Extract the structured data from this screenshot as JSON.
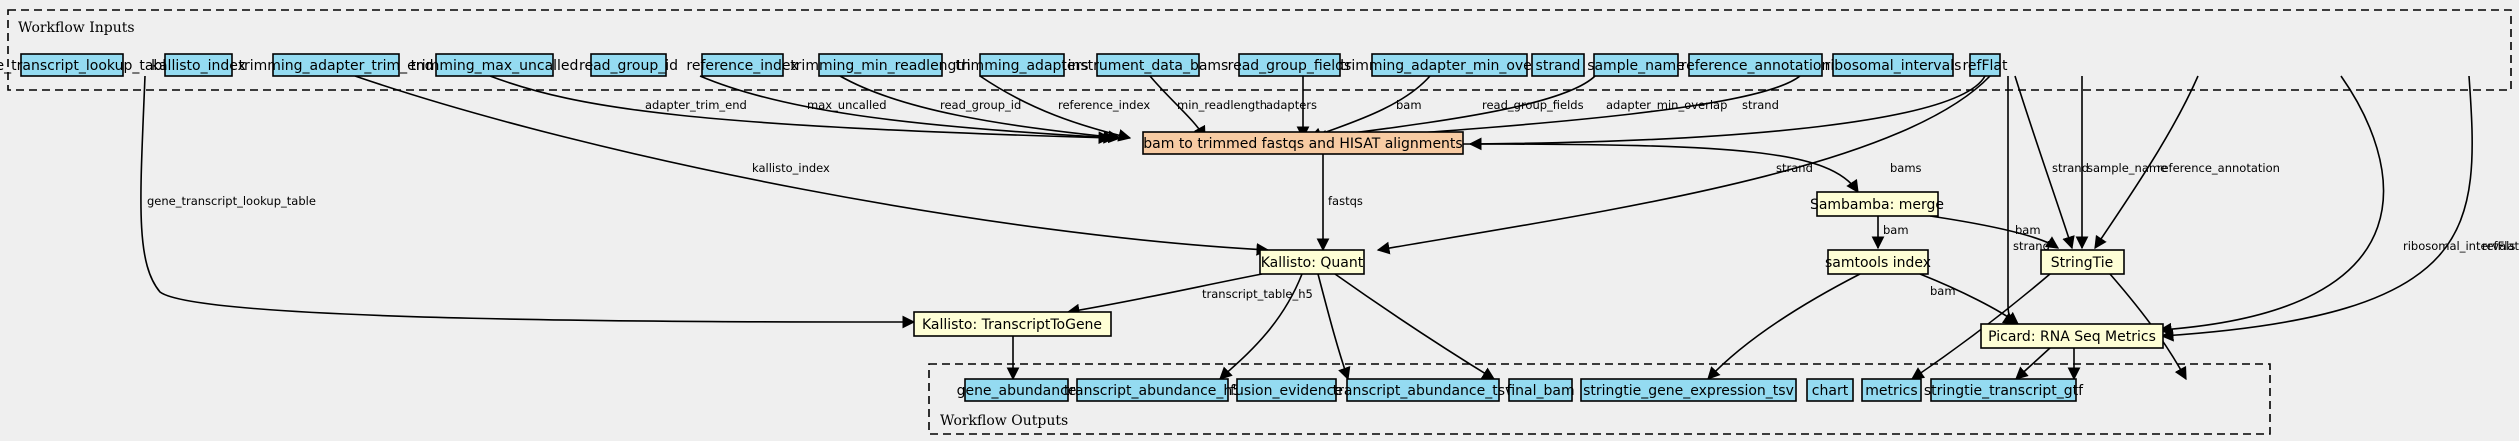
{
  "colors": {
    "background": "#efefef",
    "input": "#94dbf1",
    "step": "#fefed5",
    "alignment_step": "#f7cba3",
    "output": "#94dbf1"
  },
  "clusters": {
    "inputs_label": "Workflow Inputs",
    "outputs_label": "Workflow Outputs"
  },
  "inputs": [
    "gene_transcript_lookup_table",
    "kallisto_index",
    "trimming_adapter_trim_end",
    "trimming_max_uncalled",
    "read_group_id",
    "reference_index",
    "trimming_min_readlength",
    "trimming_adapters",
    "instrument_data_bams",
    "read_group_fields",
    "trimming_adapter_min_overlap",
    "strand",
    "sample_name",
    "reference_annotation",
    "ribosomal_intervals",
    "refFlat"
  ],
  "steps": {
    "align": "bam to trimmed fastqs and HISAT alignments",
    "merge": "Sambamba: merge",
    "samtools": "samtools index",
    "stringtie": "StringTie",
    "kallisto_quant": "Kallisto: Quant",
    "transcript_to_gene": "Kallisto: TranscriptToGene",
    "picard": "Picard: RNA Seq Metrics"
  },
  "outputs": [
    "gene_abundance",
    "transcript_abundance_h5",
    "fusion_evidence",
    "transcript_abundance_tsv",
    "final_bam",
    "stringtie_gene_expression_tsv",
    "chart",
    "metrics",
    "stringtie_transcript_gtf"
  ],
  "edge_labels": {
    "adapter_trim_end": "adapter_trim_end",
    "max_uncalled": "max_uncalled",
    "read_group_id": "read_group_id",
    "reference_index": "reference_index",
    "min_readlength": "min_readlength",
    "adapters": "adapters",
    "bam": "bam",
    "read_group_fields": "read_group_fields",
    "adapter_min_overlap": "adapter_min_overlap",
    "strand_align": "strand",
    "kallisto_index": "kallisto_index",
    "gene_transcript_lookup_table": "gene_transcript_lookup_table",
    "strand_kallisto": "strand",
    "bams": "bams",
    "strand_picard": "strand",
    "strand_stringtie": "strand",
    "sample_name": "sample_name",
    "reference_annotation": "reference_annotation",
    "ribosomal_intervals": "ribosomal_intervals",
    "refFlat": "refFlat",
    "fastqs": "fastqs",
    "merge_bam_samtools": "bam",
    "merge_bam_stringtie": "bam",
    "samtools_bam_picard": "bam",
    "transcript_table_h5": "transcript_table_h5"
  }
}
